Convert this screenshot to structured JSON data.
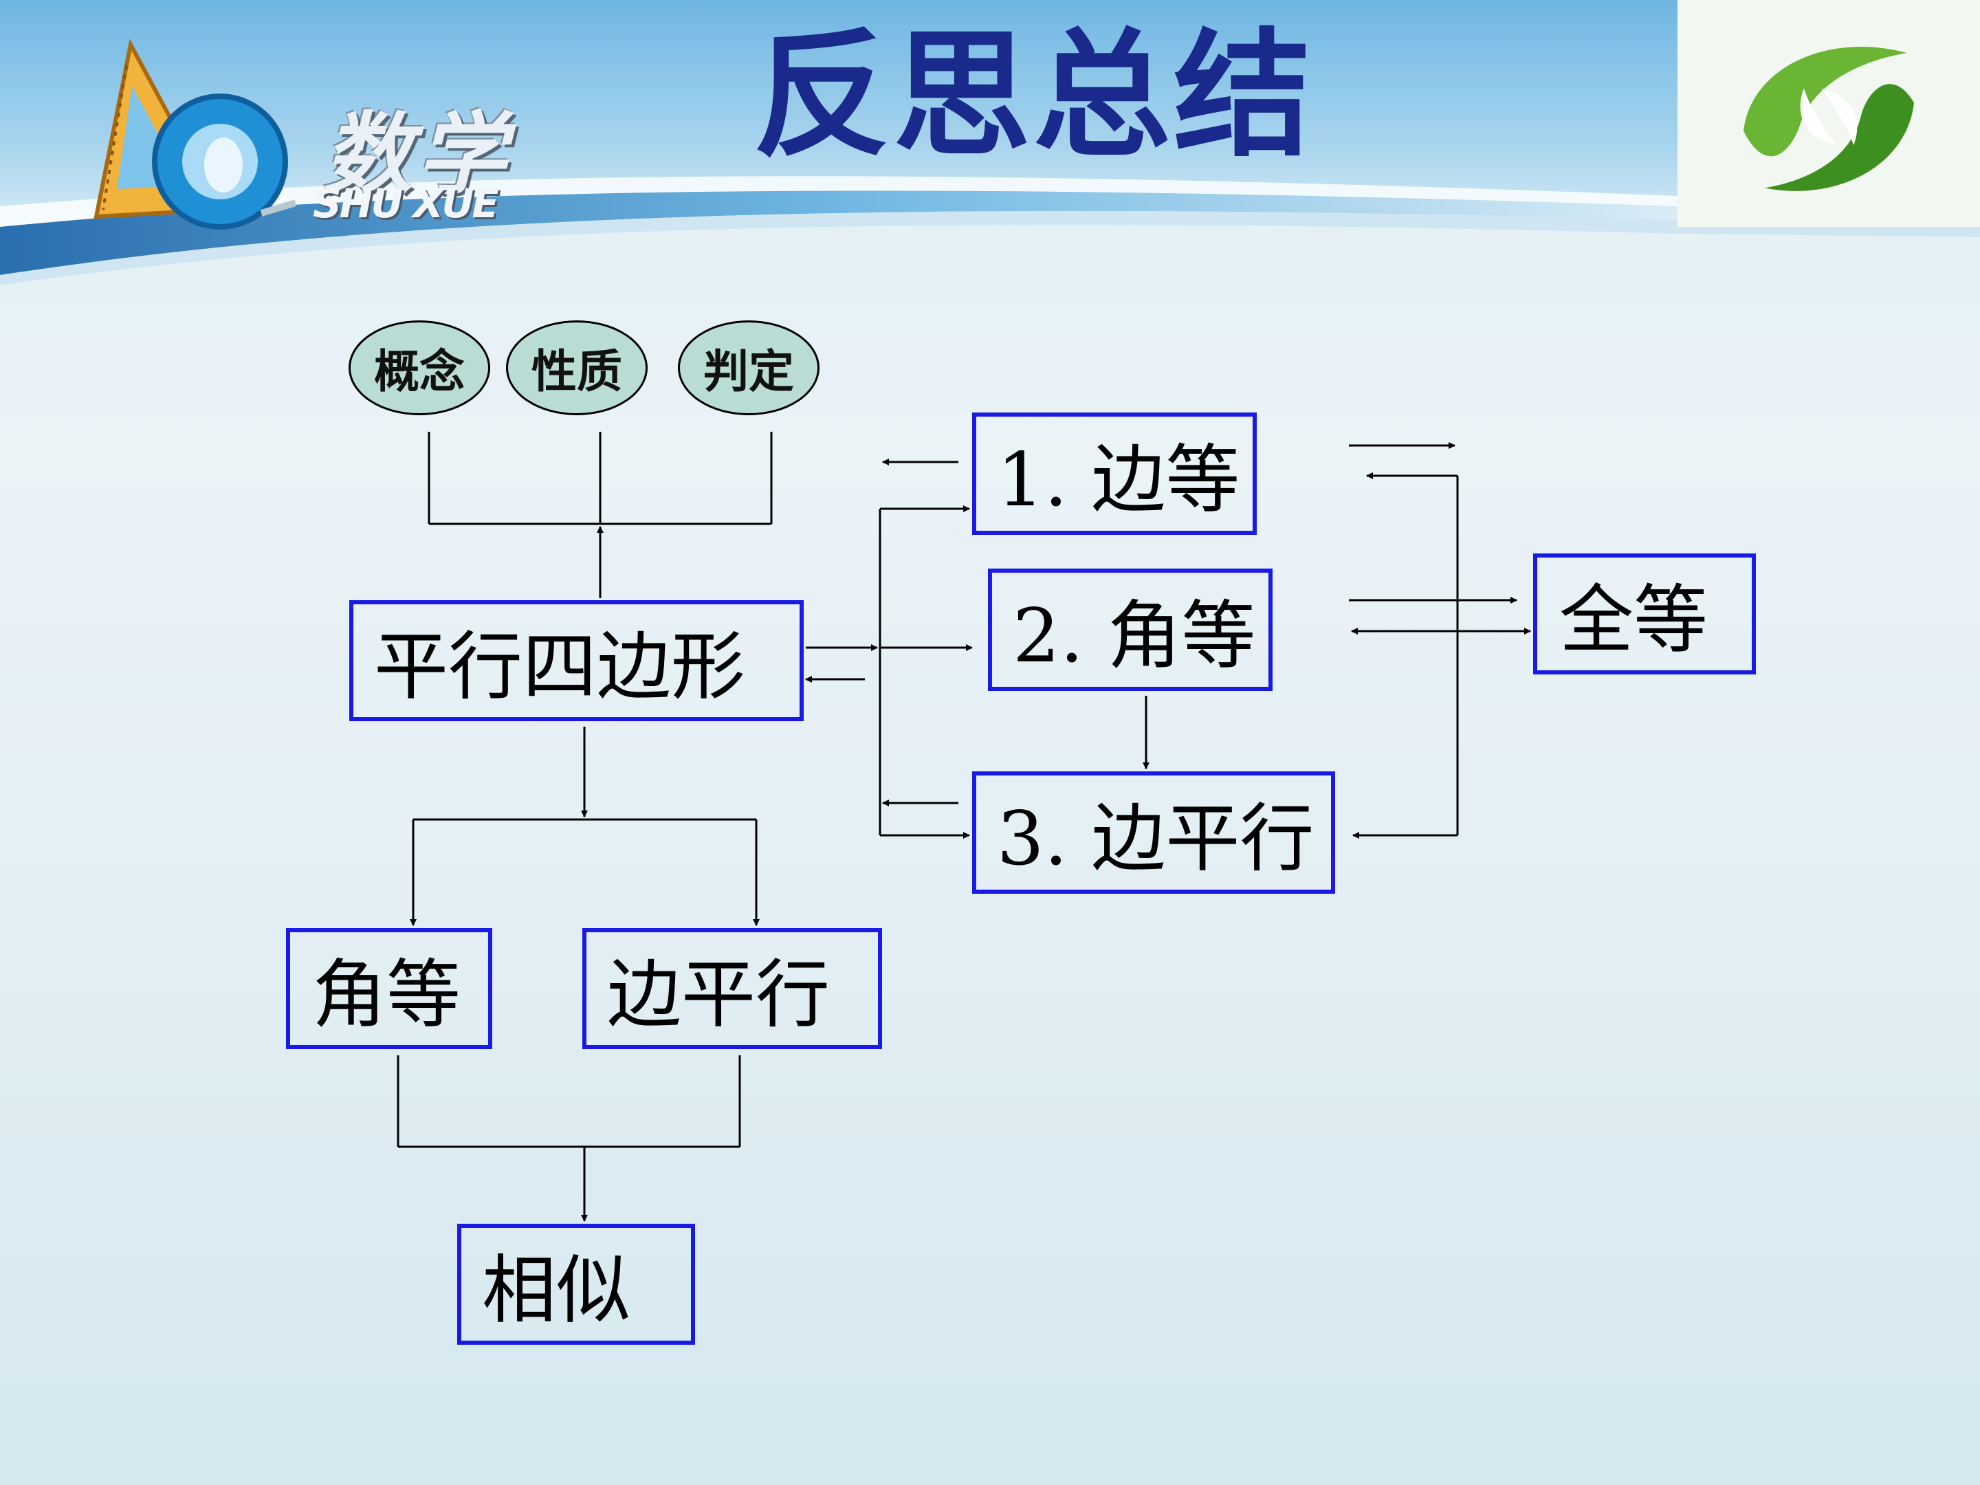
{
  "header": {
    "brand_title": "数学",
    "brand_subtitle": "SHU XUE",
    "page_title": "反思总结",
    "decor_icon": "triangle-ruler-tape-icon",
    "logo_icon": "green-leaf-logo-icon"
  },
  "diagram": {
    "concepts": [
      "概念",
      "性质",
      "判定"
    ],
    "parallelogram": "平行四边形",
    "angle_equal": "角等",
    "side_parallel": "边平行",
    "similar": "相似",
    "condition_1": "1. 边等",
    "condition_2": "2. 角等",
    "condition_3": "3. 边平行",
    "congruent": "全等"
  },
  "colors": {
    "box_border": "#1a1ae6",
    "ellipse_fill": "#b9ddd4",
    "title_color": "#1a2a8c",
    "banner_blue": "#5aa8dc",
    "logo_green": "#4aa020"
  }
}
